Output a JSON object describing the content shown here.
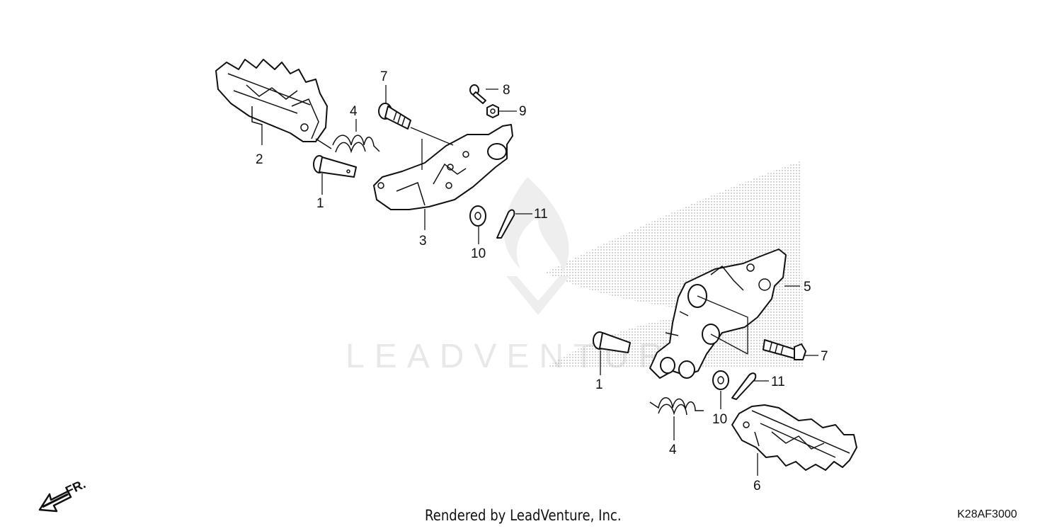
{
  "diagram": {
    "watermark_text": "LEADVENTURE",
    "credit": "Rendered by LeadVenture, Inc.",
    "code": "K28AF3000",
    "direction_label": "FR.",
    "callouts": {
      "left_pin": "1",
      "left_peg": "2",
      "left_bracket": "3",
      "left_spring": "4",
      "left_bolt": "7",
      "left_bolt_small": "8",
      "left_nut": "9",
      "left_washer": "10",
      "left_cotter": "11",
      "right_bracket": "5",
      "right_bolt": "7",
      "right_pin": "1",
      "right_cotter": "11",
      "right_washer": "10",
      "right_spring": "4",
      "right_peg": "6"
    }
  }
}
